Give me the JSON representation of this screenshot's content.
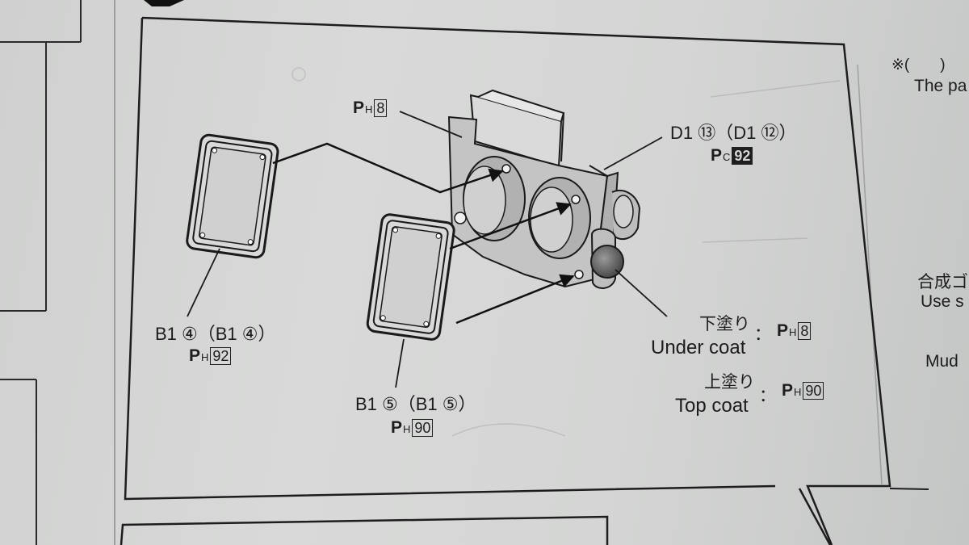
{
  "labels": {
    "ph8_top": {
      "prefix": "P",
      "sub": "H",
      "code": "8"
    },
    "d1_part": "D1 ⑬（D1 ⑫）",
    "d1_color": {
      "prefix": "P",
      "sub": "C",
      "code": "92"
    },
    "b1_4_part": "B1 ④（B1 ④）",
    "b1_4_color": {
      "prefix": "P",
      "sub": "H",
      "code": "92"
    },
    "b1_5_part": "B1 ⑤（B1 ⑤）",
    "b1_5_color": {
      "prefix": "P",
      "sub": "H",
      "code": "90"
    },
    "under_coat_jp": "下塗り",
    "under_coat_en": "Under coat",
    "under_colon": "：",
    "under_color": {
      "prefix": "P",
      "sub": "H",
      "code": "8"
    },
    "top_coat_jp": "上塗り",
    "top_coat_en": "Top coat",
    "top_colon": "：",
    "top_color": {
      "prefix": "P",
      "sub": "H",
      "code": "90"
    }
  },
  "right_column": {
    "note_mark": "※(　　)",
    "note_text": "The pa",
    "jp_text": "合成ゴ",
    "use_text": "Use s",
    "mud_text": "Mud"
  }
}
